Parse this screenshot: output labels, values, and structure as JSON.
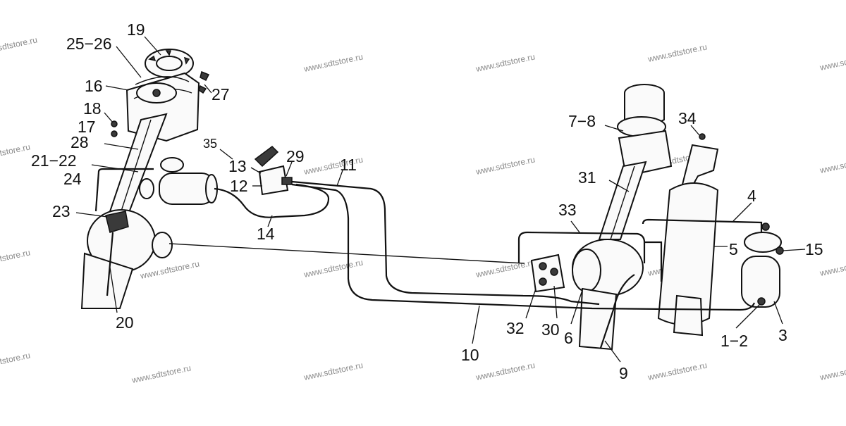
{
  "watermark": "www.sdtstore.ru",
  "callouts": {
    "c19": "19",
    "c25_26": "25−26",
    "c16": "16",
    "c27": "27",
    "c18": "18",
    "c17": "17",
    "c28": "28",
    "c35": "35",
    "c21_22": "21−22",
    "c24": "24",
    "c13": "13",
    "c29": "29",
    "c11": "11",
    "c12": "12",
    "c23": "23",
    "c14": "14",
    "c20": "20",
    "c7_8": "7−8",
    "c34": "34",
    "c31": "31",
    "c33": "33",
    "c4": "4",
    "c5": "5",
    "c15": "15",
    "c32": "32",
    "c30": "30",
    "c6": "6",
    "c10": "10",
    "c9": "9",
    "c1_2": "1−2",
    "c3": "3"
  }
}
